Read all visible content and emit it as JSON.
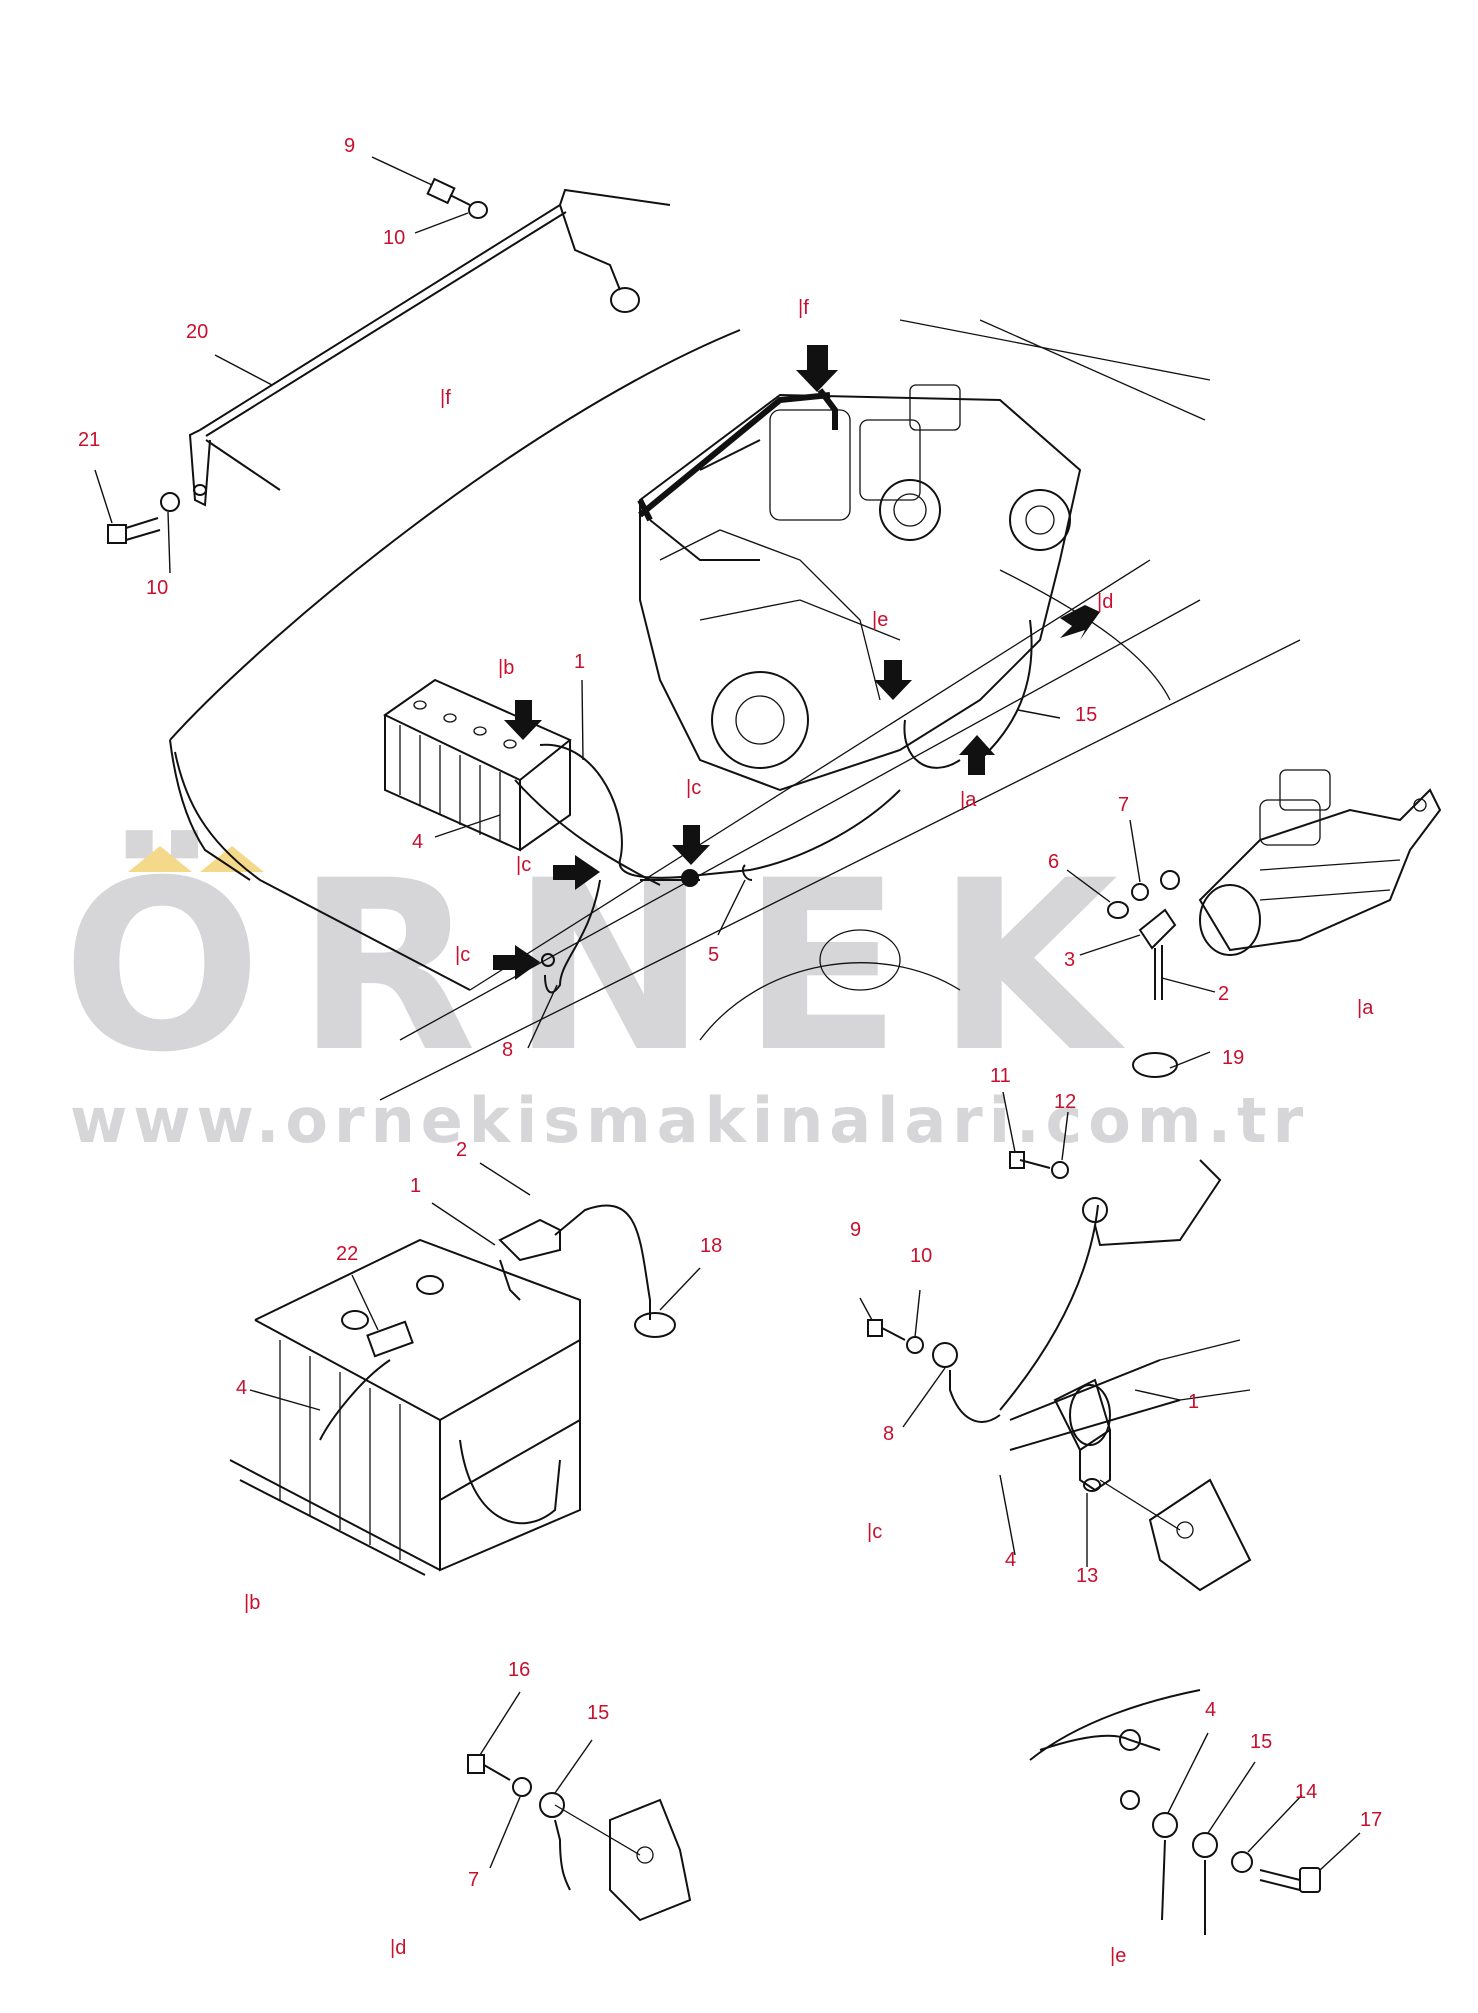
{
  "watermark": {
    "logo_text": "ÖRNEK",
    "url_text": "www.ornekismakinalari.com.tr",
    "color": "#d6d6d8",
    "accent_color": "#f5d98a"
  },
  "label_color": "#c8102e",
  "callouts": [
    {
      "id": "c9a",
      "text": "9"
    },
    {
      "id": "c10a",
      "text": "10"
    },
    {
      "id": "c20",
      "text": "20"
    },
    {
      "id": "c21",
      "text": "21"
    },
    {
      "id": "c10b",
      "text": "10"
    },
    {
      "id": "cfa",
      "text": "|f"
    },
    {
      "id": "cfb",
      "text": "|f"
    },
    {
      "id": "cd1",
      "text": "|d"
    },
    {
      "id": "ce1",
      "text": "|e"
    },
    {
      "id": "cb1",
      "text": "|b"
    },
    {
      "id": "c1a",
      "text": "1"
    },
    {
      "id": "c15a",
      "text": "15"
    },
    {
      "id": "cca",
      "text": "|c"
    },
    {
      "id": "caa",
      "text": "|a"
    },
    {
      "id": "c4a",
      "text": "4"
    },
    {
      "id": "ccb",
      "text": "|c"
    },
    {
      "id": "c7a",
      "text": "7"
    },
    {
      "id": "c6",
      "text": "6"
    },
    {
      "id": "c5",
      "text": "5"
    },
    {
      "id": "ccc",
      "text": "|c"
    },
    {
      "id": "c3",
      "text": "3"
    },
    {
      "id": "c2a",
      "text": "2"
    },
    {
      "id": "cab",
      "text": "|a"
    },
    {
      "id": "c8a",
      "text": "8"
    },
    {
      "id": "c19",
      "text": "19"
    },
    {
      "id": "c11",
      "text": "11"
    },
    {
      "id": "c12",
      "text": "12"
    },
    {
      "id": "c2b",
      "text": "2"
    },
    {
      "id": "c1b",
      "text": "1"
    },
    {
      "id": "c18",
      "text": "18"
    },
    {
      "id": "c22",
      "text": "22"
    },
    {
      "id": "c9b",
      "text": "9"
    },
    {
      "id": "c10c",
      "text": "10"
    },
    {
      "id": "c4b",
      "text": "4"
    },
    {
      "id": "c8b",
      "text": "8"
    },
    {
      "id": "c1c",
      "text": "1"
    },
    {
      "id": "ccd",
      "text": "|c"
    },
    {
      "id": "c4c",
      "text": "4"
    },
    {
      "id": "c13",
      "text": "13"
    },
    {
      "id": "cbb",
      "text": "|b"
    },
    {
      "id": "c16",
      "text": "16"
    },
    {
      "id": "c15b",
      "text": "15"
    },
    {
      "id": "c4d",
      "text": "4"
    },
    {
      "id": "c15c",
      "text": "15"
    },
    {
      "id": "c14",
      "text": "14"
    },
    {
      "id": "c7b",
      "text": "7"
    },
    {
      "id": "c17",
      "text": "17"
    },
    {
      "id": "cdb",
      "text": "|d"
    },
    {
      "id": "ceb",
      "text": "|e"
    }
  ]
}
